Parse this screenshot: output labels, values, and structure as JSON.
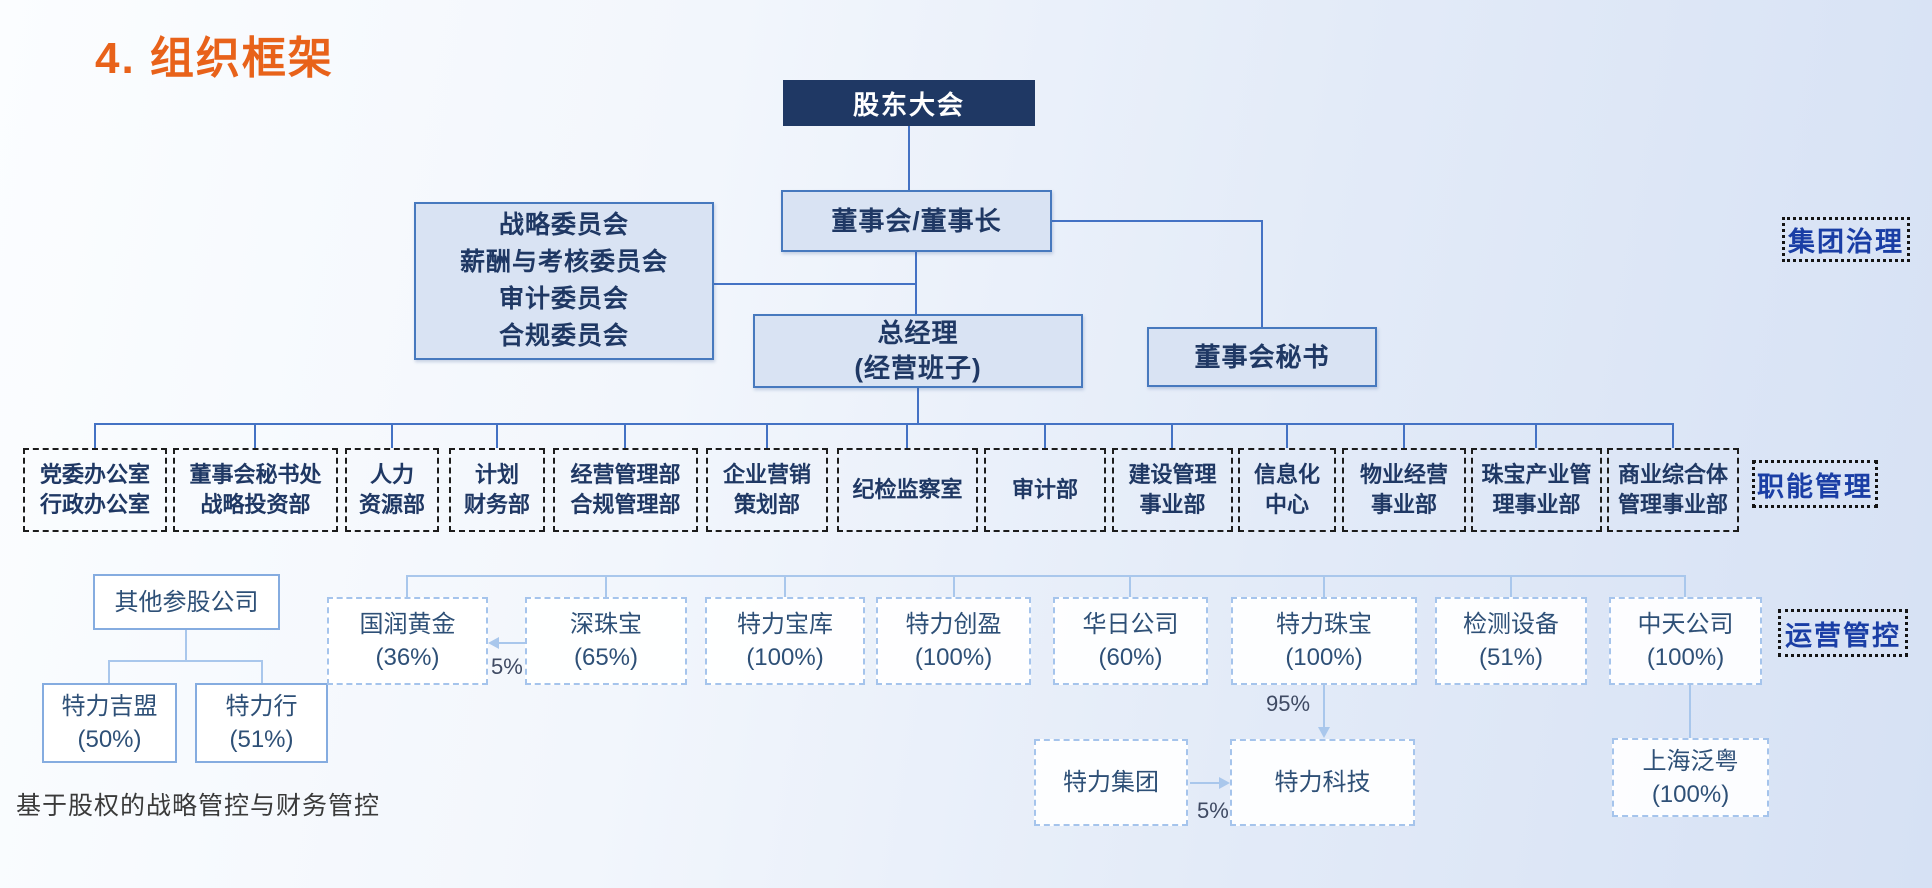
{
  "page_title": "4. 组织框架",
  "colors": {
    "accent_orange": "#e8621a",
    "navy_box": "#1f3864",
    "blue_border": "#4779be",
    "blue_box_bg": "#d9e3f3",
    "light_line": "#a9c7ec",
    "label_blue": "#1a3ea5"
  },
  "governance": {
    "shareholders": "股东大会",
    "board": "董事会/董事长",
    "committees": [
      "战略委员会",
      "薪酬与考核委员会",
      "审计委员会",
      "合规委员会"
    ],
    "general_manager": [
      "总经理",
      "(经营班子)"
    ],
    "board_secretary": "董事会秘书"
  },
  "section_labels": {
    "group_governance": "集团治理",
    "functional_management": "职能管理",
    "operation_control": "运营管控"
  },
  "departments": [
    {
      "lines": [
        "党委办公室",
        "行政办公室"
      ]
    },
    {
      "lines": [
        "董事会秘书处",
        "战略投资部"
      ]
    },
    {
      "lines": [
        "人力",
        "资源部"
      ]
    },
    {
      "lines": [
        "计划",
        "财务部"
      ]
    },
    {
      "lines": [
        "经营管理部",
        "合规管理部"
      ]
    },
    {
      "lines": [
        "企业营销",
        "策划部"
      ]
    },
    {
      "lines": [
        "纪检监察室",
        ""
      ]
    },
    {
      "lines": [
        "审计部",
        ""
      ]
    },
    {
      "lines": [
        "建设管理",
        "事业部"
      ]
    },
    {
      "lines": [
        "信息化",
        "中心"
      ]
    },
    {
      "lines": [
        "物业经营",
        "事业部"
      ]
    },
    {
      "lines": [
        "珠宝产业管",
        "理事业部"
      ]
    },
    {
      "lines": [
        "商业综合体",
        "管理事业部"
      ]
    }
  ],
  "other_holdings": {
    "parent": "其他参股公司",
    "children": [
      {
        "name": "特力吉盟",
        "share": "(50%)"
      },
      {
        "name": "特力行",
        "share": "(51%)"
      }
    ]
  },
  "subsidiaries": [
    {
      "name": "国润黄金",
      "share": "(36%)"
    },
    {
      "name": "深珠宝",
      "share": "(65%)"
    },
    {
      "name": "特力宝库",
      "share": "(100%)"
    },
    {
      "name": "特力创盈",
      "share": "(100%)"
    },
    {
      "name": "华日公司",
      "share": "(60%)"
    },
    {
      "name": "特力珠宝",
      "share": "(100%)"
    },
    {
      "name": "检测设备",
      "share": "(51%)"
    },
    {
      "name": "中天公司",
      "share": "(100%)"
    }
  ],
  "sub_subsidiaries": {
    "teli_group": "特力集团",
    "teli_tech": "特力科技",
    "shanghai_fanyue": {
      "name": "上海泛粤",
      "share": "(100%)"
    }
  },
  "ownership_labels": {
    "shenzhubao_to_guorun": "5%",
    "telizhubao_to_telitech": "95%",
    "teligroup_to_telitech": "5%"
  },
  "footnote": "基于股权的战略管控与财务管控"
}
